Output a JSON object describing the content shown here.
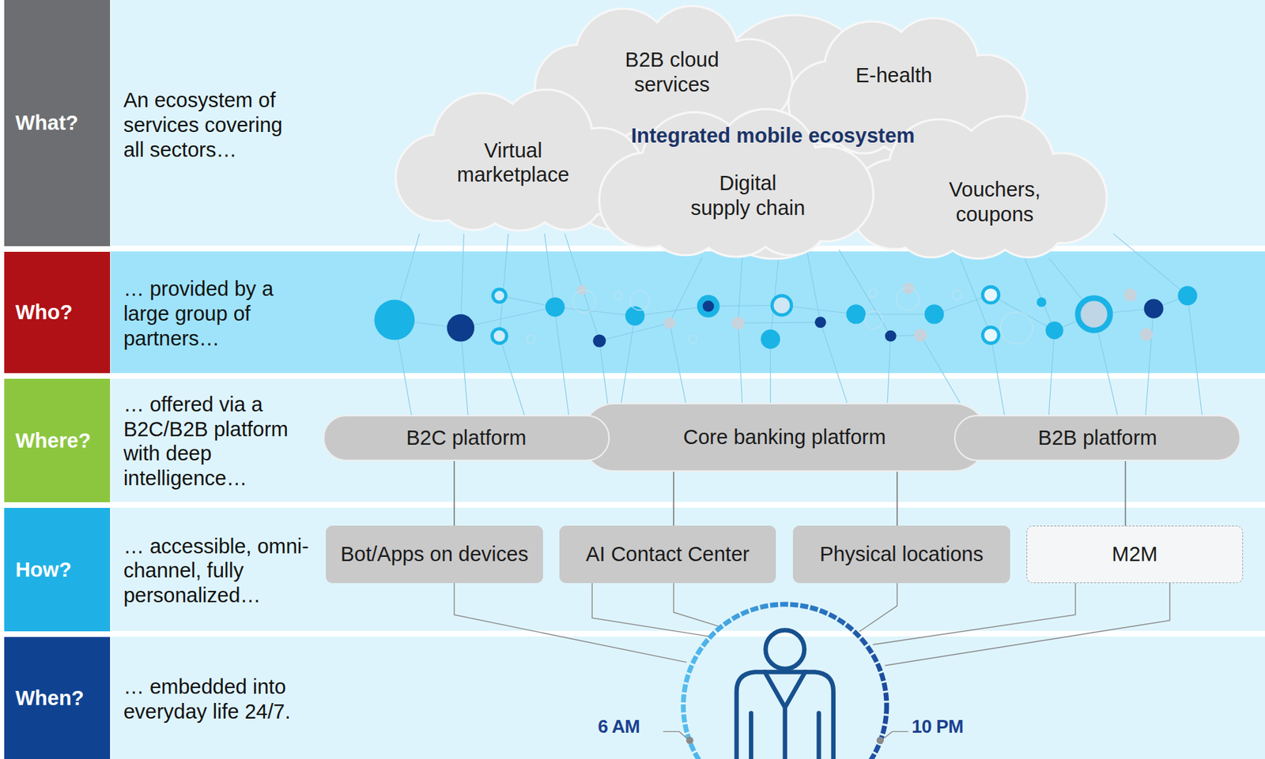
{
  "diagram": {
    "nodes": [
      {
        "text": [
          "What?"
        ]
      },
      {
        "text": [
          "B2B cloud services"
        ]
      },
      {
        "text": [
          "E-health"
        ]
      },
      {
        "text": [
          "Virtual marketplace"
        ]
      },
      {
        "text": [
          "Digital supply chain"
        ]
      },
      {
        "text": [
          "Vouchers, coupons"
        ]
      },
      {
        "text": [
          "Who?"
        ]
      },
      {
        "text": [
          "Where?"
        ]
      },
      {
        "text": [
          "B2C platform"
        ]
      },
      {
        "text": [
          "Core banking platform"
        ]
      },
      {
        "text": [
          "B2B platform"
        ]
      },
      {
        "text": [
          "How?"
        ]
      },
      {
        "text": [
          "Bot/Apps on devices"
        ]
      },
      {
        "text": [
          "AI Contact Center"
        ]
      },
      {
        "text": [
          "Physical locations"
        ]
      },
      {
        "text": [
          "M2M"
        ]
      },
      {
        "text": [
          "When?"
        ]
      }
    ],
    "edges": [
      {
        "from": 8,
        "to": 12,
        "arrow": "none"
      },
      {
        "from": 9,
        "to": 13,
        "arrow": "none"
      },
      {
        "from": 9,
        "to": 14,
        "arrow": "none"
      },
      {
        "from": 10,
        "to": 15,
        "arrow": "none"
      }
    ],
    "labels": [
      "An ecosystem of services covering all sectors…",
      "Integrated mobile ecosystem",
      "… provided by a large group of partners…",
      "… offered via a B2C/B2B platform with deep intelligence…",
      "… accessible, omni-channel, fully personalized…",
      "… embedded into everyday life 24/7.",
      "6 AM",
      "10 PM"
    ]
  }
}
